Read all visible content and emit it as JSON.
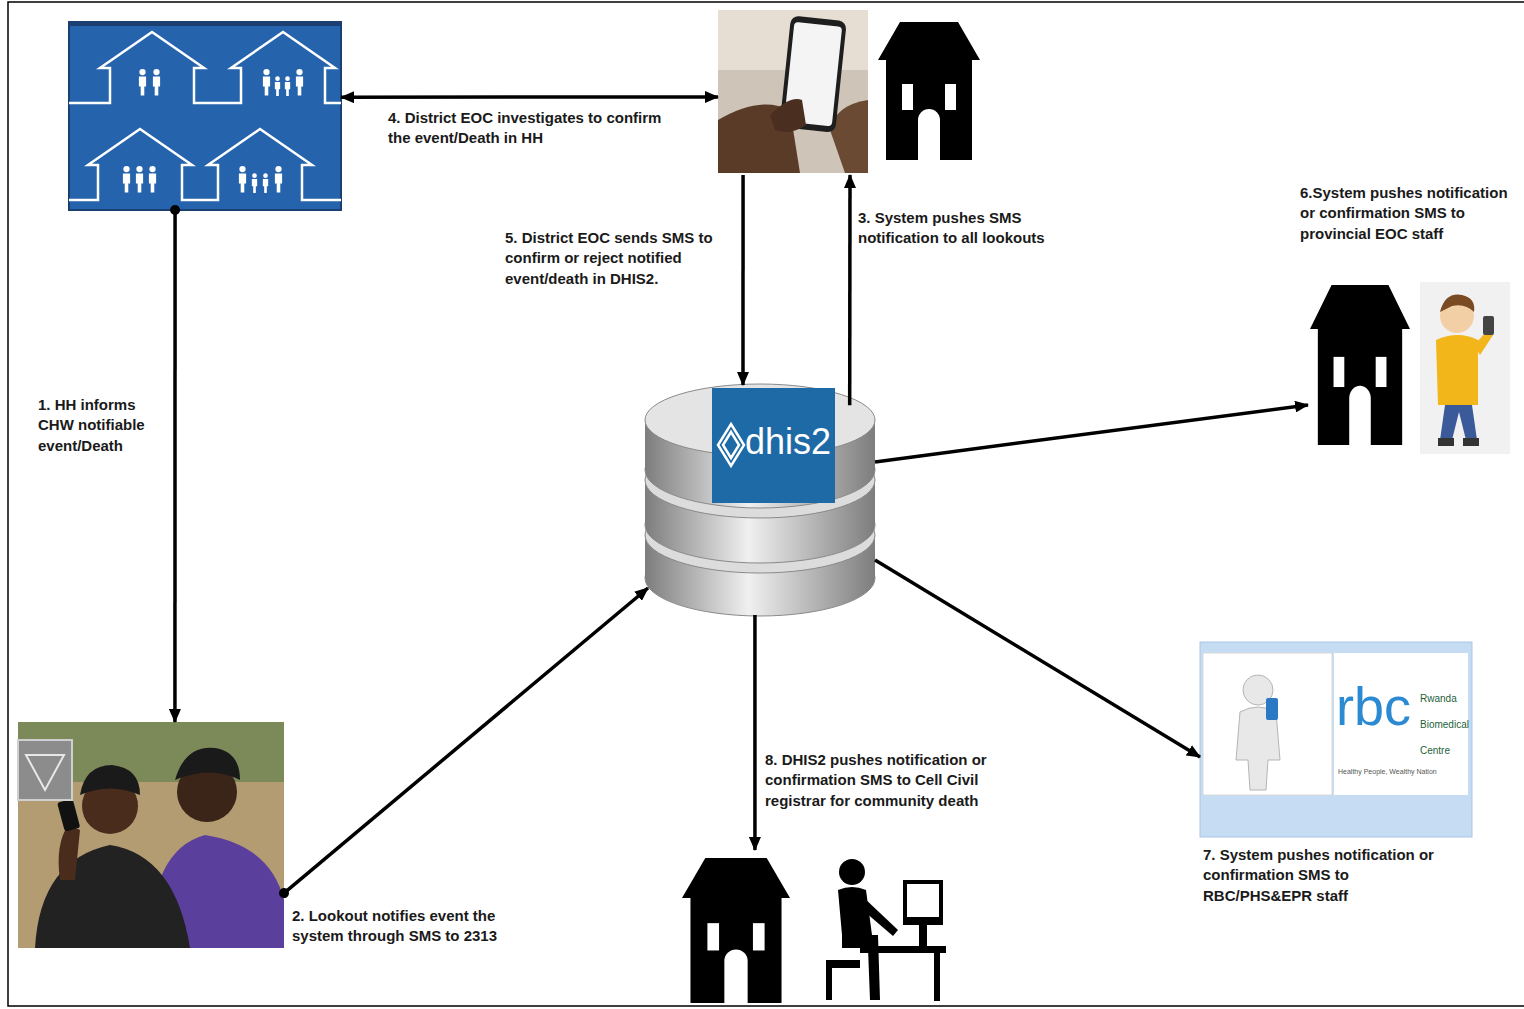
{
  "diagram": {
    "nodes": [
      {
        "text": []
      },
      {
        "text": []
      },
      {
        "text": [
          "dhis2"
        ]
      },
      {
        "text": []
      },
      {
        "text": []
      },
      {
        "text": []
      },
      {
        "text": [
          "rbc",
          "Rwanda Biomedical Centre",
          "Healthy People, Wealthy Nation"
        ]
      }
    ],
    "edges": [
      {
        "from": 0,
        "to": 4,
        "arrow": "to",
        "label": "1. HH informs CHW notifiable event/Death"
      },
      {
        "from": 4,
        "to": 2,
        "arrow": "to",
        "label": "2. Lookout notifies event the system through SMS to 2313"
      },
      {
        "from": 2,
        "to": 1,
        "arrow": "to",
        "label": "3. System pushes SMS notification to all lookouts"
      },
      {
        "from": 0,
        "to": 1,
        "arrow": "both",
        "label": "4. District EOC investigates to confirm the event/Death in HH"
      },
      {
        "from": 1,
        "to": 2,
        "arrow": "to",
        "label": "5. District EOC sends SMS to confirm or reject notified event/death in DHIS2."
      },
      {
        "from": 2,
        "to": 3,
        "arrow": "to",
        "label": "6.System pushes notification or confirmation SMS to provincial EOC staff"
      },
      {
        "from": 2,
        "to": 6,
        "arrow": "to",
        "label": "7. System pushes notification or confirmation SMS to RBC/PHS&EPR staff"
      },
      {
        "from": 2,
        "to": 5,
        "arrow": "to",
        "label": "8. DHIS2 pushes notification or confirmation SMS to Cell Civil registrar for community death"
      }
    ]
  }
}
